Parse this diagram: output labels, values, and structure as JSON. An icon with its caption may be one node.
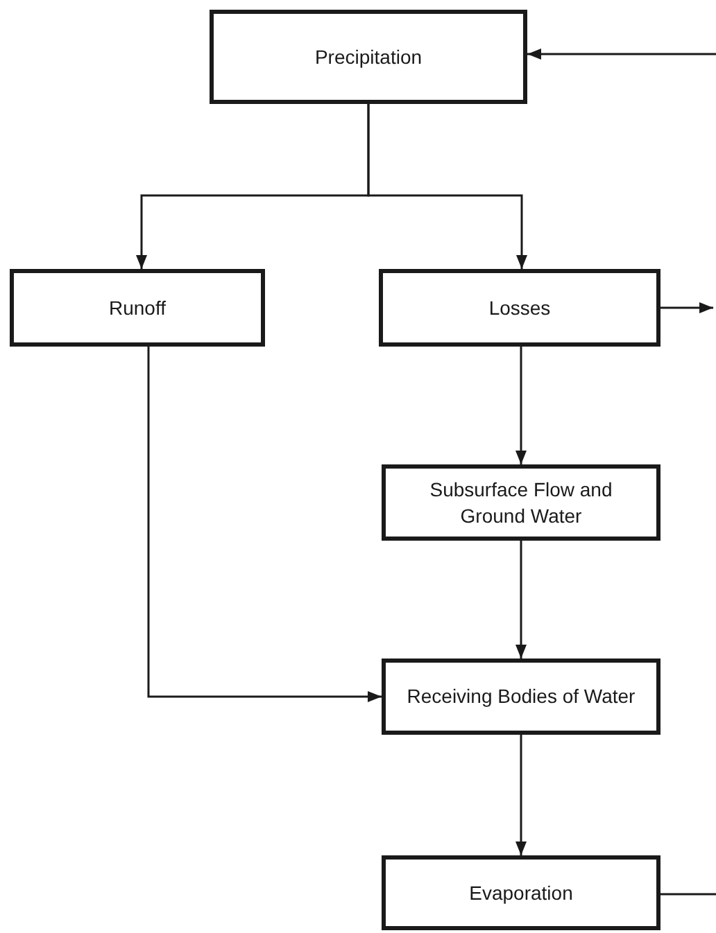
{
  "diagram": {
    "nodes": [
      {
        "text": [
          "Precipitation"
        ]
      },
      {
        "text": [
          "Runoff"
        ]
      },
      {
        "text": [
          "Losses"
        ]
      },
      {
        "text": [
          "Subsurface Flow and Ground Water"
        ]
      },
      {
        "text": [
          "Receiving Bodies of Water"
        ]
      },
      {
        "text": [
          "Evaporation"
        ]
      }
    ],
    "edges": [
      {
        "from": 0,
        "to": 1,
        "arrow": "to"
      },
      {
        "from": 0,
        "to": 2,
        "arrow": "to"
      },
      {
        "from": null,
        "to": 0,
        "arrow": "to"
      },
      {
        "from": 2,
        "to": null,
        "arrow": "to"
      },
      {
        "from": 2,
        "to": 3,
        "arrow": "to"
      },
      {
        "from": 3,
        "to": 4,
        "arrow": "to"
      },
      {
        "from": 1,
        "to": 4,
        "arrow": "to"
      },
      {
        "from": 4,
        "to": 5,
        "arrow": "to"
      },
      {
        "from": 5,
        "to": null,
        "arrow": "none"
      }
    ]
  }
}
